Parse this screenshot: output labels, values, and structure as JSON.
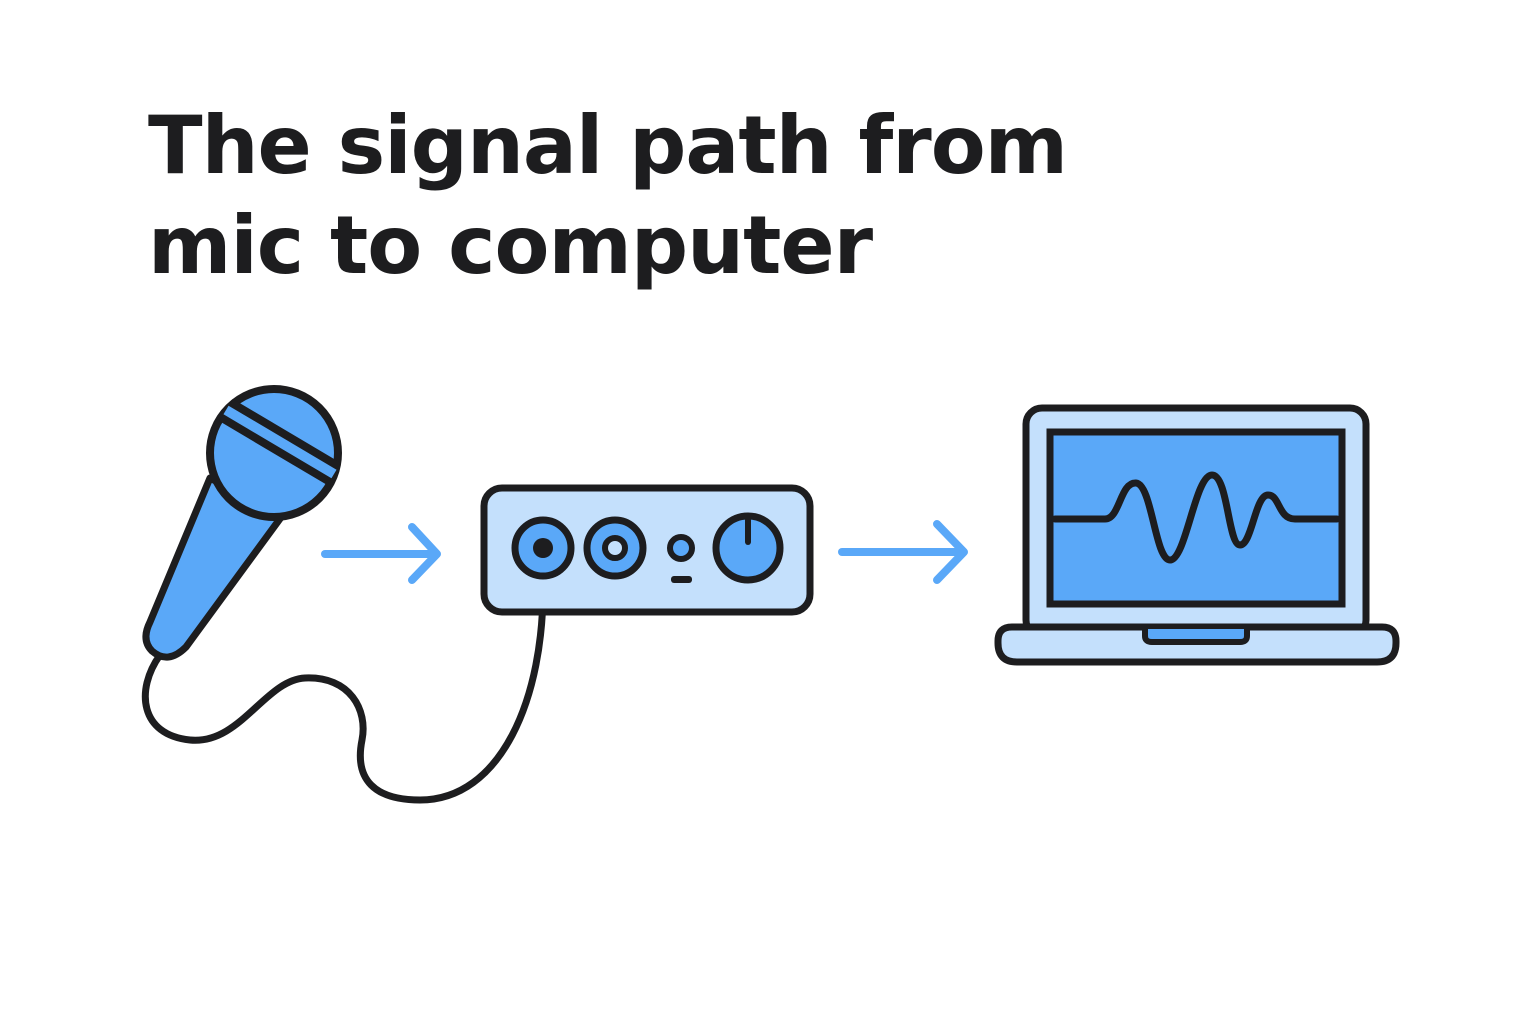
{
  "title": {
    "line1": "The signal path from",
    "line2": "mic to computer"
  },
  "colors": {
    "background": "#ffffff",
    "text": "#1d1d1f",
    "outline": "#1d1d1f",
    "accent_blue": "#5aa8f8",
    "light_blue": "#c4e0fc"
  },
  "nodes": [
    {
      "id": "microphone",
      "icon": "microphone-icon"
    },
    {
      "id": "audio-interface",
      "icon": "audio-interface-icon"
    },
    {
      "id": "computer",
      "icon": "laptop-icon"
    }
  ],
  "connections": [
    {
      "from": "microphone",
      "to": "audio-interface",
      "style": "arrow"
    },
    {
      "from": "audio-interface",
      "to": "computer",
      "style": "arrow"
    },
    {
      "from": "microphone",
      "to": "audio-interface",
      "style": "cable"
    }
  ]
}
